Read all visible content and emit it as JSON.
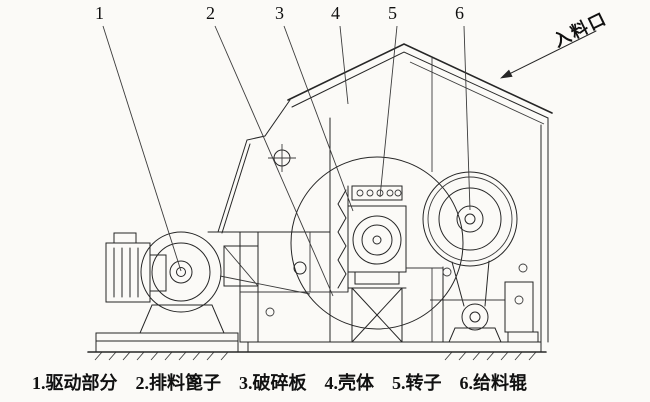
{
  "figure": {
    "background": "#fbfaf7",
    "line_color": "#262626",
    "inlet_label": "入料口",
    "callouts": [
      {
        "num": "1",
        "part": "驱动部分"
      },
      {
        "num": "2",
        "part": "排料篦子"
      },
      {
        "num": "3",
        "part": "破碎板"
      },
      {
        "num": "4",
        "part": "壳体"
      },
      {
        "num": "5",
        "part": "转子"
      },
      {
        "num": "6",
        "part": "给料辊"
      }
    ],
    "caption_items": [
      "1.驱动部分",
      "2.排料篦子",
      "3.破碎板",
      "4.壳体",
      "5.转子",
      "6.给料辊"
    ]
  }
}
